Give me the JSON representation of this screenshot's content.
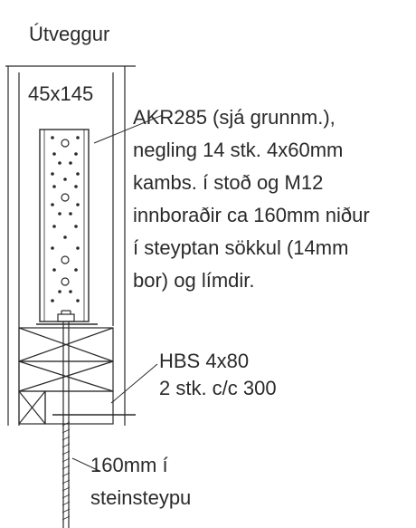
{
  "diagram": {
    "title": "Útveggur",
    "stud_size": "45x145",
    "bracket_note": {
      "lines": [
        "AKR285 (sjá grunnm.),",
        "negling 14 stk. 4x60mm",
        "kambs. í stoð og M12",
        "innboraðir ca 160mm niður",
        "í steyptan sökkul (14mm",
        "bor) og límdir."
      ]
    },
    "screw_note": {
      "lines": [
        "HBS 4x80",
        "2 stk. c/c 300"
      ]
    },
    "anchor_note": {
      "lines": [
        "160mm í",
        "steinsteypu"
      ]
    },
    "colors": {
      "ink": "#2a2a2a",
      "background": "#ffffff"
    }
  }
}
